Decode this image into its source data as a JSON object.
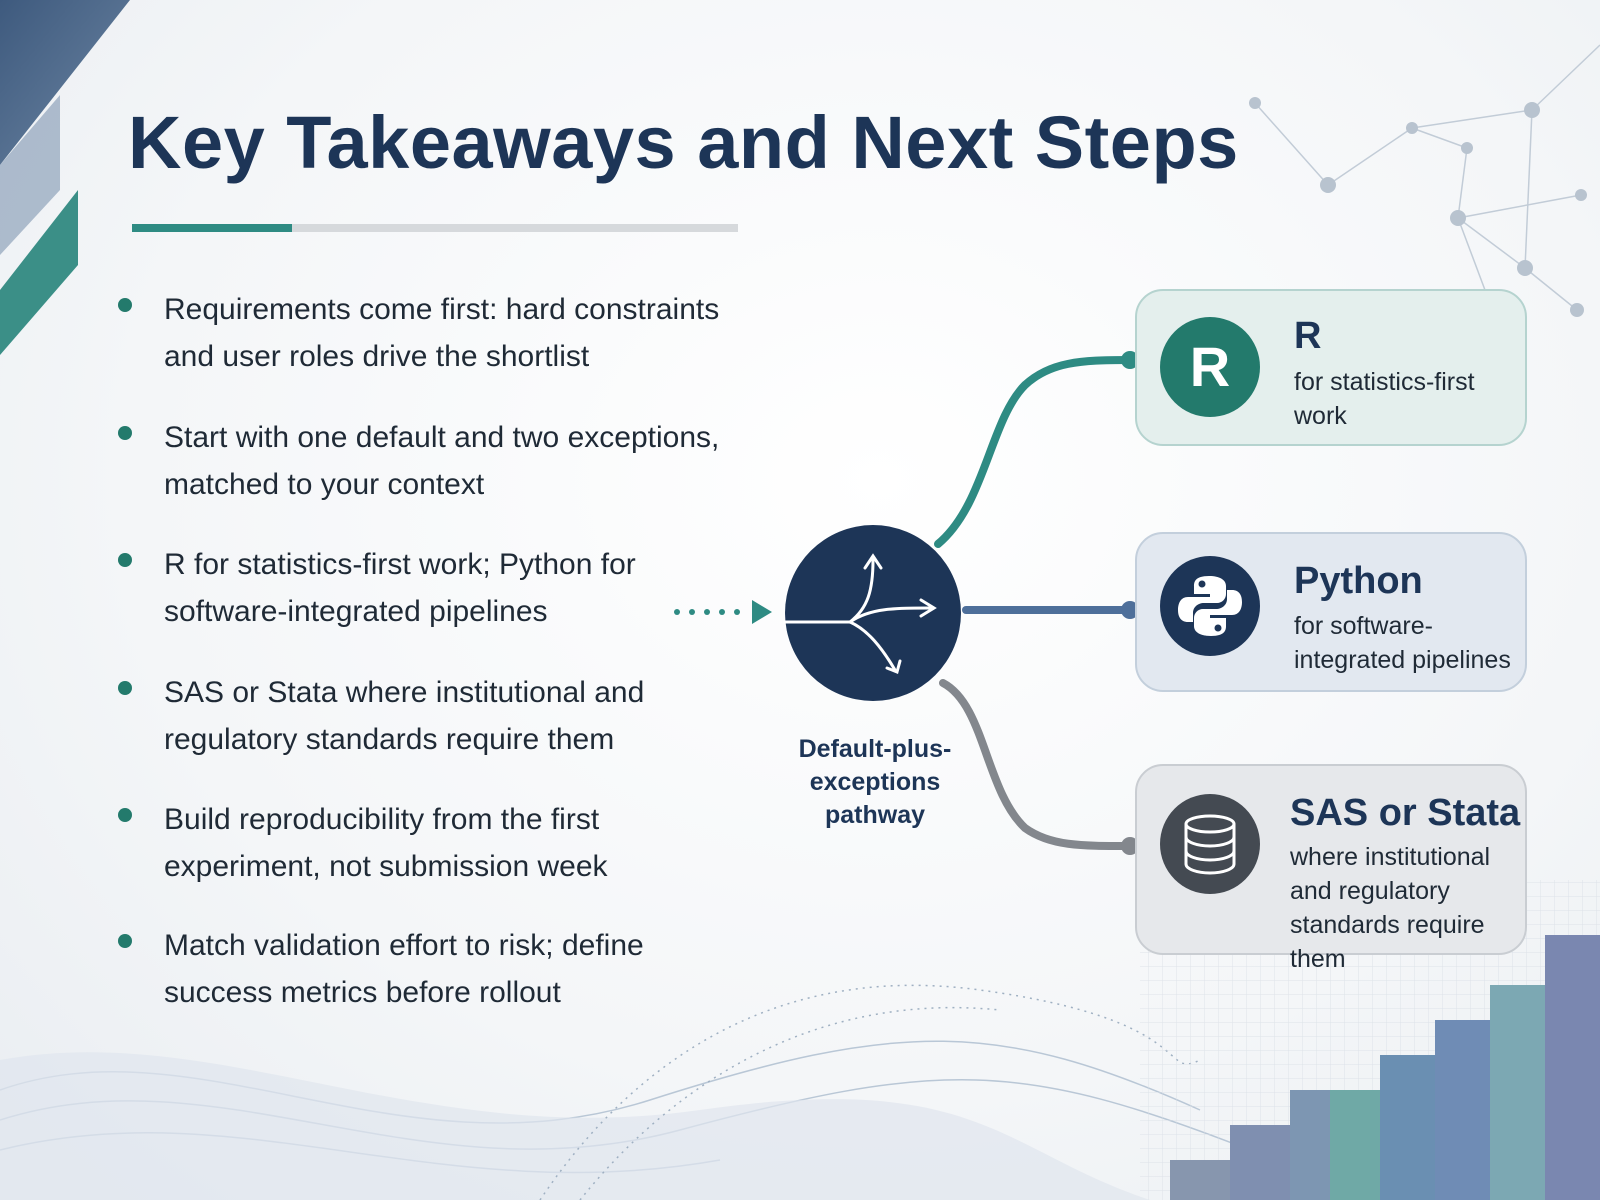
{
  "title": "Key Takeaways and Next Steps",
  "bullets": [
    {
      "line1": "Requirements come first: hard constraints",
      "line2": "and user roles drive the shortlist"
    },
    {
      "line1": "Start with one default and two exceptions,",
      "line2": "matched to your context"
    },
    {
      "line1": "R for statistics-first work; Python for",
      "line2": "software-integrated pipelines"
    },
    {
      "line1": "SAS or Stata where institutional and",
      "line2": "regulatory standards require them"
    },
    {
      "line1": "Build reproducibility from the first",
      "line2": "experiment, not submission week"
    },
    {
      "line1": "Match validation effort to risk; define",
      "line2": "success metrics before rollout"
    }
  ],
  "hub": {
    "label_line1": "Default-plus-",
    "label_line2": "exceptions",
    "label_line3": "pathway",
    "icon": "branching-arrows-icon"
  },
  "cards": [
    {
      "title": "R",
      "desc_line1": "for statistics-first",
      "desc_line2": "work",
      "desc_line3": "",
      "icon": "r-logo-icon",
      "icon_text": "R",
      "color": "#237a6c"
    },
    {
      "title": "Python",
      "desc_line1": "for software-",
      "desc_line2": "integrated pipelines",
      "desc_line3": "",
      "icon": "python-logo-icon",
      "color": "#1d3557"
    },
    {
      "title": "SAS or Stata",
      "desc_line1": "where institutional",
      "desc_line2": "and regulatory",
      "desc_line3": "standards require them",
      "icon": "database-icon",
      "color": "#444a52"
    }
  ],
  "colors": {
    "navy": "#1d3557",
    "teal": "#2e8b83",
    "slate_blue": "#4e6f9a",
    "gray": "#83878d"
  }
}
